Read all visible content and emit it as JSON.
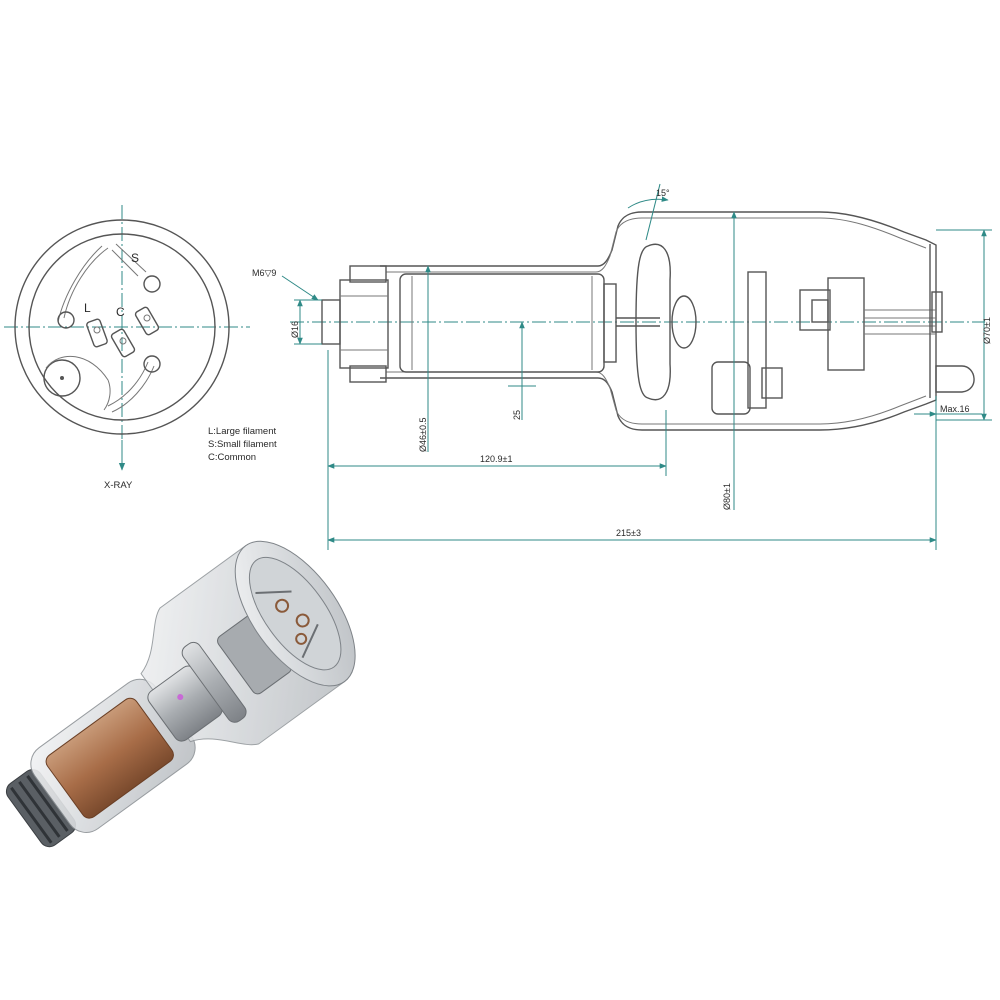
{
  "end_view": {
    "pin_labels": {
      "large": "L",
      "small": "S",
      "common": "C"
    },
    "direction_label": "X-RAY",
    "legend": [
      "L:Large filament",
      "S:Small filament",
      "C:Common"
    ]
  },
  "side_view": {
    "dimensions": {
      "thread": "M6▽9",
      "stem_dia": "Ø16",
      "envelope_small_dia": "Ø46±0.5",
      "offset": "25",
      "anode_length": "120.9±1",
      "angle": "15°",
      "envelope_large_dia": "Ø80±1",
      "end_dia": "Ø70±1",
      "max_dim": "Max.16",
      "overall_length": "215±3"
    }
  },
  "colors": {
    "dimension_line": "#2f8a87",
    "outline": "#555555",
    "copper": "#b07a52",
    "glass": "#cfd3d6"
  }
}
